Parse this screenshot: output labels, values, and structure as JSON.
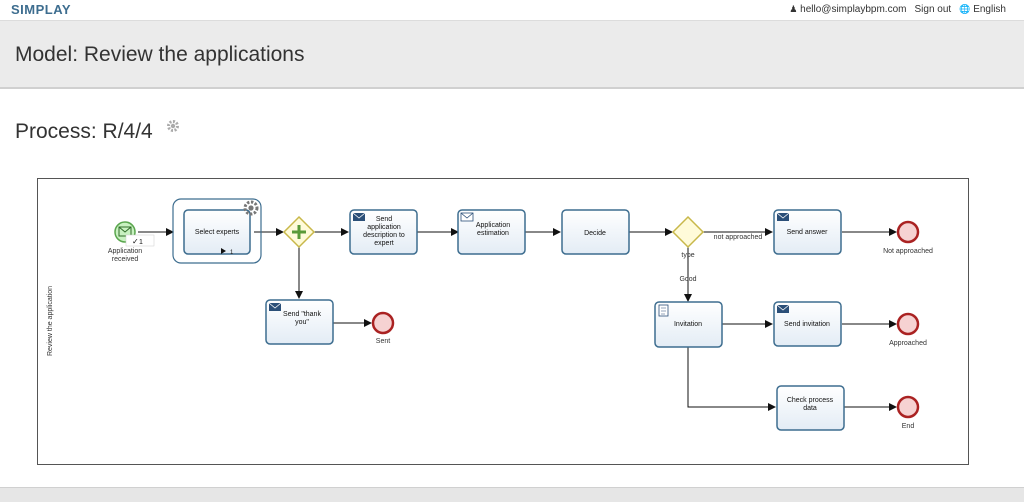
{
  "app": {
    "brand": "SIMPLAY"
  },
  "user": {
    "email": "hello@simplaybpm.com",
    "signout": "Sign out",
    "language": "English"
  },
  "page": {
    "title": "Model: Review the applications",
    "process_title": "Process: R/4/4"
  },
  "diagram": {
    "lane_label": "Review the application",
    "start_event": {
      "label": "Application received",
      "badge": "1"
    },
    "tasks": {
      "select_experts": {
        "label": "Select experts",
        "count": "1"
      },
      "send_description": {
        "lines": [
          "Send",
          "application",
          "description to",
          "expert"
        ]
      },
      "application_estimation": {
        "lines": [
          "Application",
          "estimation"
        ]
      },
      "decide": {
        "label": "Decide"
      },
      "send_answer": {
        "label": "Send answer"
      },
      "send_thank_you": {
        "lines": [
          "Send \"thank",
          "you\""
        ]
      },
      "invitation": {
        "label": "Invitation"
      },
      "send_invitation": {
        "label": "Send invitation"
      },
      "check_process_data": {
        "lines": [
          "Check process",
          "data"
        ]
      }
    },
    "gateway_type": {
      "label": "type"
    },
    "flows": {
      "not_approached": "not approached",
      "good": "Good"
    },
    "end_events": {
      "sent": "Sent",
      "not_approached": "Not approached",
      "approached": "Approached",
      "end": "End"
    }
  }
}
